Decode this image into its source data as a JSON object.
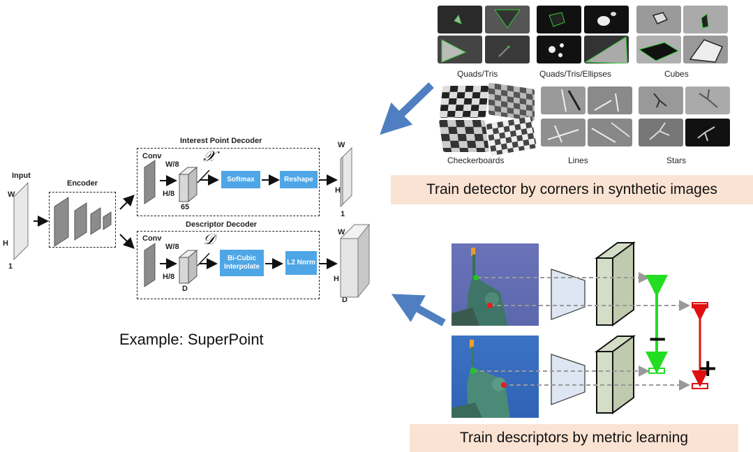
{
  "superpoint": {
    "input_label": "Input",
    "input_w": "W",
    "input_h": "H",
    "input_c": "1",
    "encoder_label": "Encoder",
    "ip_decoder_title": "Interest Point Decoder",
    "desc_decoder_title": "Descriptor Decoder",
    "conv_label": "Conv",
    "w8": "W/8",
    "h8": "H/8",
    "ip_channels": "65",
    "desc_channels": "D",
    "ip_symbol": "𝒳",
    "desc_symbol": "𝒟",
    "softmax": "Softmax",
    "reshape": "Reshape",
    "bicubic": "Bi-Cubic Interpolate",
    "l2norm": "L2 Norm",
    "ip_out_w": "W",
    "ip_out_h": "H",
    "ip_out_c": "1",
    "desc_out_w": "W",
    "desc_out_h": "H",
    "desc_out_c": "D",
    "example_caption": "Example: SuperPoint"
  },
  "synthetic": {
    "captions": [
      "Quads/Tris",
      "Quads/Tris/Ellipses",
      "Cubes",
      "Checkerboards",
      "Lines",
      "Stars"
    ],
    "banner": "Train detector by corners in synthetic images"
  },
  "metric": {
    "minus": "−",
    "plus": "+",
    "banner": "Train descriptors by metric learning"
  },
  "colors": {
    "arrow_blue": "#4f7fc0",
    "button_blue": "#4ea6e6",
    "banner_bg": "#fbe3d3",
    "positive": "#22dd22",
    "negative": "#e01010",
    "point_green": "#1ec81e",
    "point_red": "#e81a1a"
  }
}
